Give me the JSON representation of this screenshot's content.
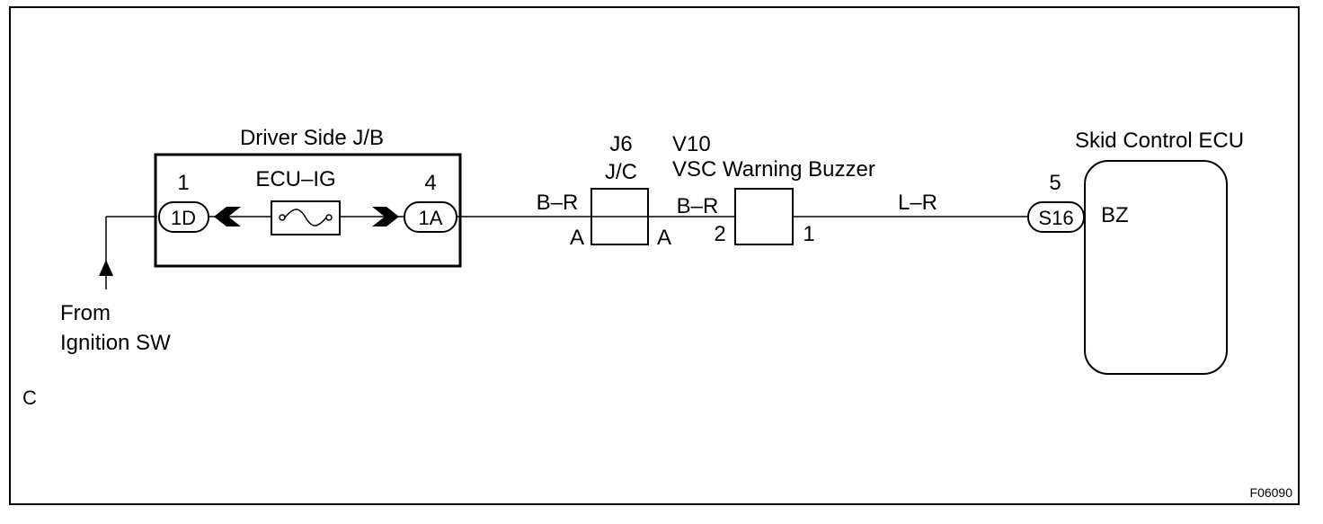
{
  "source_label": {
    "line1": "From",
    "line2": "Ignition SW"
  },
  "jb": {
    "title": "Driver Side J/B",
    "fuse_label": "ECU–IG",
    "left_pin": "1",
    "left_connector": "1D",
    "right_pin": "4",
    "right_connector": "1A"
  },
  "wire_jb_to_jc": "B–R",
  "jc": {
    "code": "J6",
    "name": "J/C",
    "left_terminal": "A",
    "right_terminal": "A"
  },
  "wire_jc_to_buzzer": "B–R",
  "buzzer": {
    "code": "V10",
    "name": "VSC Warning Buzzer",
    "pin_in": "2",
    "pin_out": "1"
  },
  "wire_buzzer_to_ecu": "L–R",
  "ecu": {
    "name": "Skid Control ECU",
    "pin": "5",
    "connector": "S16",
    "terminal": "BZ"
  },
  "corner_letter": "C",
  "figure_code": "F06090"
}
